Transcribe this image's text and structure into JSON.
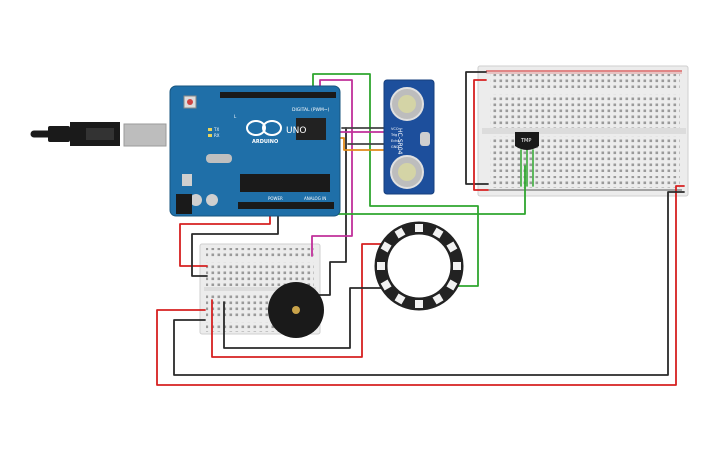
{
  "arduino": {
    "brand": "ARDUINO",
    "model": "UNO",
    "digital_label": "DIGITAL (PWM~)",
    "power_label": "POWER",
    "analog_label": "ANALOG IN",
    "tx_label": "TX",
    "rx_label": "RX",
    "l_label": "L",
    "board_color": "#1f6fa8"
  },
  "ultrasonic": {
    "model": "HC-SR04",
    "pins": [
      "VCC",
      "Trig",
      "Echo",
      "GND"
    ],
    "board_color": "#1d4f9c"
  },
  "temp_sensor": {
    "label": "TMP"
  },
  "colors": {
    "wire_red": "#d62020",
    "wire_black": "#2a2a2a",
    "wire_green": "#2fa62f",
    "wire_magenta": "#c0309a",
    "wire_orange": "#e08a1a",
    "breadboard": "#ececec",
    "neopixel_ring": "#222222"
  }
}
